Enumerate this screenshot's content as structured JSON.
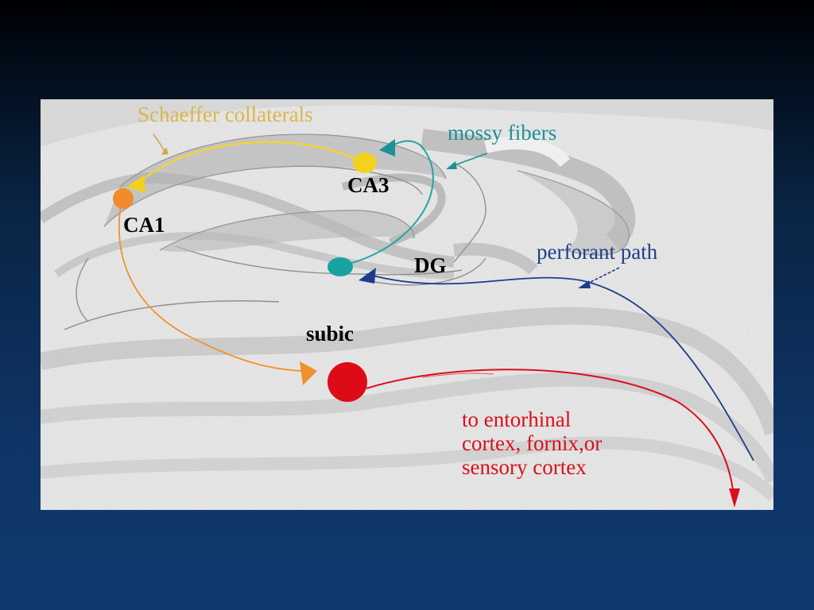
{
  "figure": {
    "regions": {
      "ca3": "CA3",
      "ca1": "CA1",
      "dg": "DG",
      "subic": "subic"
    },
    "pathways": {
      "schaeffer": {
        "label": "Schaeffer collaterals",
        "color": "#d9b84a"
      },
      "mossy": {
        "label": "mossy fibers",
        "color": "#1e9196"
      },
      "perforant": {
        "label": "perforant path",
        "color": "#1f3f8a"
      },
      "output": {
        "lines": [
          "to entorhinal",
          "cortex, fornix,or",
          "sensory cortex"
        ],
        "color": "#d8101e"
      }
    },
    "node_colors": {
      "ca3": "#f2d21e",
      "ca1": "#f28a2c",
      "dg": "#17a3a0",
      "subic": "#dd0b18",
      "ca1_to_subic_line": "#f2902e"
    }
  }
}
